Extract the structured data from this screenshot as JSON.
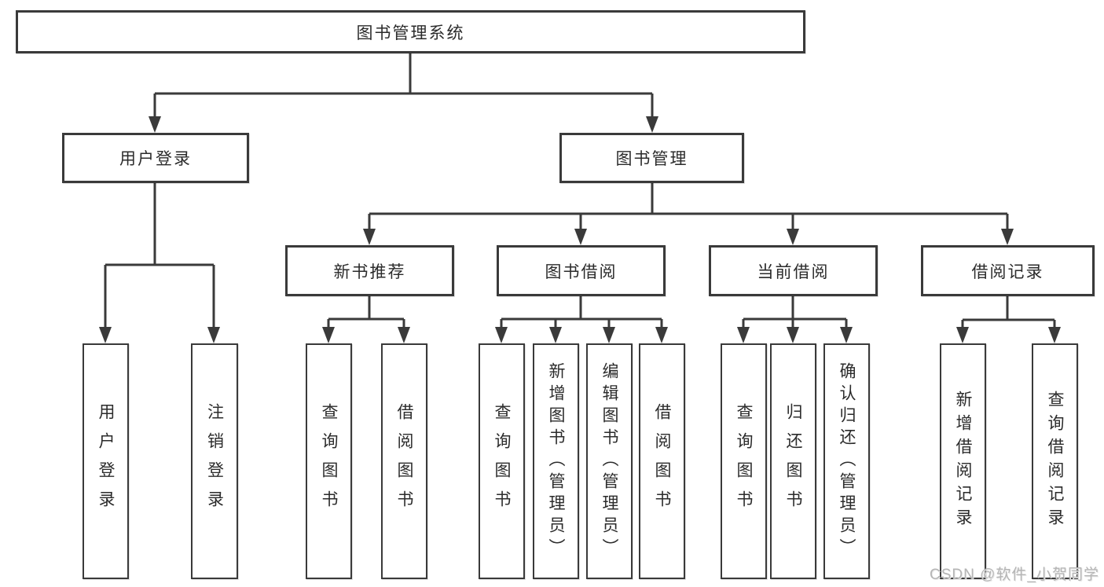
{
  "diagram": {
    "root_label": "图书管理系统",
    "login": {
      "label": "用户登录",
      "children": [
        "用户登录",
        "注销登录"
      ]
    },
    "management": {
      "label": "图书管理",
      "sections": [
        {
          "label": "新书推荐",
          "children": [
            "查询图书",
            "借阅图书"
          ]
        },
        {
          "label": "图书借阅",
          "children": [
            "查询图书",
            "新增图书（管理员）",
            "编辑图书（管理员）",
            "借阅图书"
          ]
        },
        {
          "label": "当前借阅",
          "children": [
            "查询图书",
            "归还图书",
            "确认归还（管理员）"
          ]
        },
        {
          "label": "借阅记录",
          "children": [
            "新增借阅记录",
            "查询借阅记录"
          ]
        }
      ]
    }
  },
  "watermark": "CSDN @软件_小贺同学",
  "colors": {
    "line": "#3a3a3a",
    "border": "#3a3a3a",
    "text": "#2b2b2b",
    "watermark": "#b5b5b5",
    "background": "#ffffff"
  }
}
